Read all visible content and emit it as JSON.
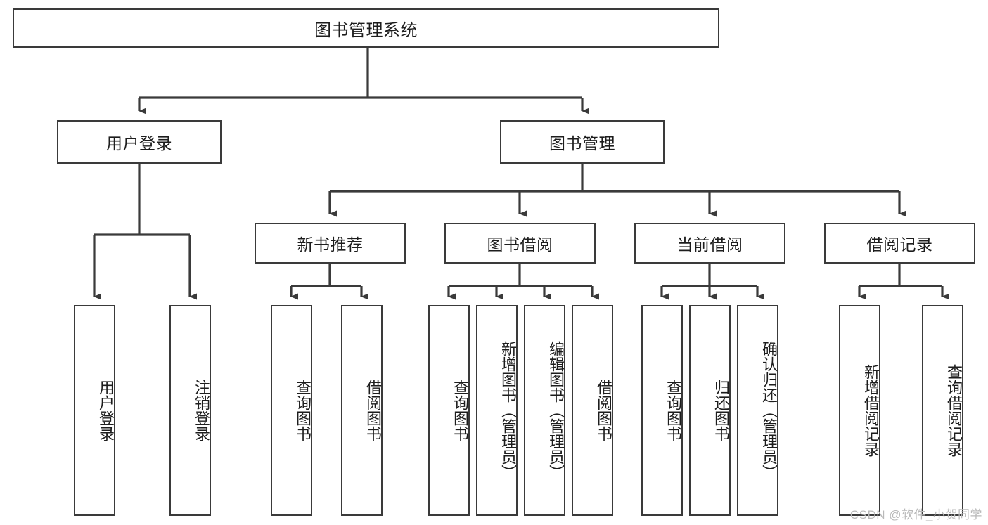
{
  "diagram": {
    "type": "tree-hierarchy",
    "title": "图书管理系统",
    "watermark": "CSDN @软件_小贺同学",
    "colors": {
      "box_border": "#3a3a3a",
      "box_fill": "#ffffff",
      "connector": "#3a3a3a",
      "text": "#1d1d1d",
      "watermark": "#b9b9b9",
      "background": "#ffffff"
    },
    "root": {
      "label": "图书管理系统"
    },
    "level2": [
      {
        "label": "用户登录"
      },
      {
        "label": "图书管理"
      }
    ],
    "level3": [
      {
        "label": "新书推荐"
      },
      {
        "label": "图书借阅"
      },
      {
        "label": "当前借阅"
      },
      {
        "label": "借阅记录"
      }
    ],
    "leaves": {
      "user_login": [
        {
          "label": "用户登录"
        },
        {
          "label": "注销登录"
        }
      ],
      "new_book_recommend": [
        {
          "label": "查询图书"
        },
        {
          "label": "借阅图书"
        }
      ],
      "book_borrow": [
        {
          "label": "查询图书"
        },
        {
          "label": "新增图书（管理员）"
        },
        {
          "label": "编辑图书（管理员）"
        },
        {
          "label": "借阅图书"
        }
      ],
      "current_borrow": [
        {
          "label": "查询图书"
        },
        {
          "label": "归还图书"
        },
        {
          "label": "确认归还（管理员）"
        }
      ],
      "borrow_record": [
        {
          "label": "新增借阅记录"
        },
        {
          "label": "查询借阅记录"
        }
      ]
    }
  }
}
